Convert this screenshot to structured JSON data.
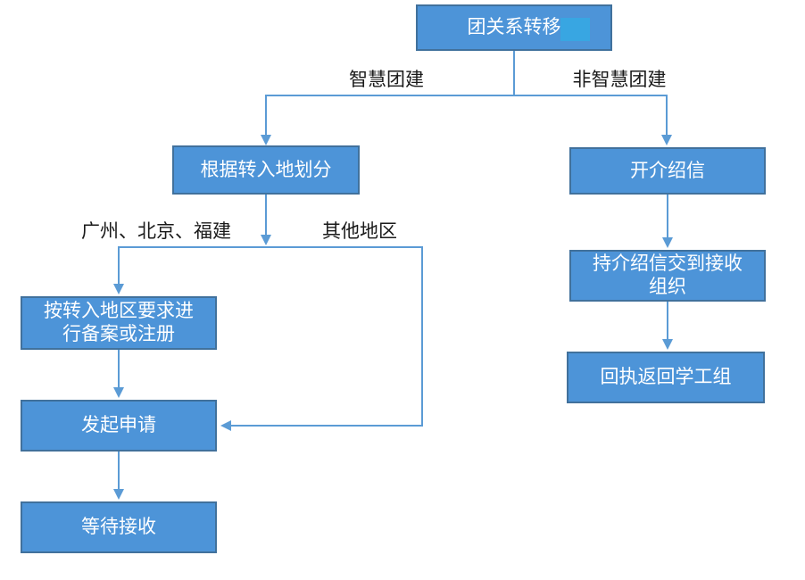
{
  "flowchart": {
    "nodes": {
      "root": {
        "label": "团关系转移"
      },
      "divide_by_destination": {
        "label": "根据转入地划分"
      },
      "issue_letter": {
        "label": "开介绍信"
      },
      "register_or_record": {
        "label": "按转入地区要求进\n行备案或注册"
      },
      "start_application": {
        "label": "发起申请"
      },
      "wait_for_acceptance": {
        "label": "等待接收"
      },
      "deliver_letter": {
        "label": "持介绍信交到接收\n组织"
      },
      "receipt_return": {
        "label": "回执返回学工组"
      }
    },
    "edge_labels": {
      "smart_league": "智慧团建",
      "non_smart_league": "非智慧团建",
      "gz_bj_fj": "广州、北京、福建",
      "other_regions": "其他地区"
    },
    "colors": {
      "node_fill": "#4D94D8",
      "node_border": "#41719C",
      "node_text": "#FFFFFF",
      "connector": "#5B9BD5",
      "selection_highlight": "#38A6E2",
      "label_text": "#1A1A1A",
      "background": "#FFFFFF"
    }
  }
}
